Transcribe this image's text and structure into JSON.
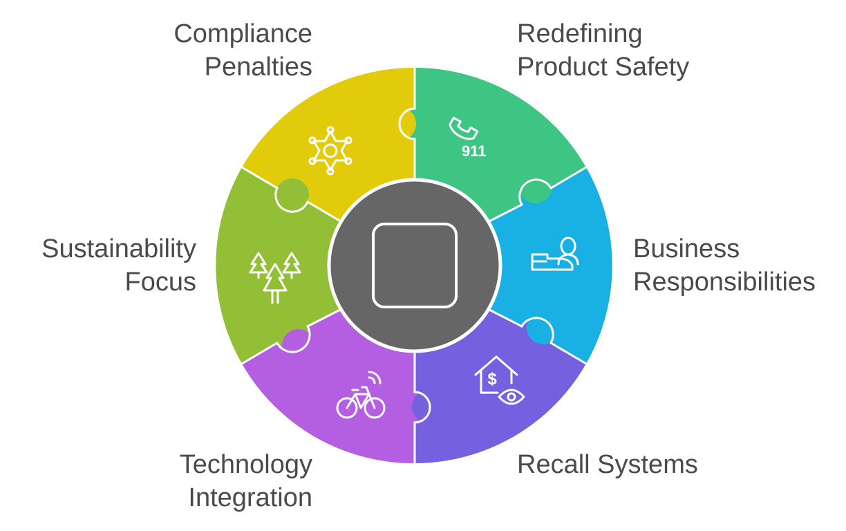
{
  "segments": [
    {
      "id": "compliance",
      "lines": [
        "Compliance",
        "Penalties"
      ],
      "color": "#E2CB0A",
      "icon": "sheriff-star-icon"
    },
    {
      "id": "safety",
      "lines": [
        "Redefining",
        "Product Safety"
      ],
      "color": "#3EC483",
      "icon": "emergency-phone-icon",
      "icon_text": "911"
    },
    {
      "id": "business",
      "lines": [
        "Business",
        "Responsibilities"
      ],
      "color": "#19B0E4",
      "icon": "service-person-icon"
    },
    {
      "id": "recall",
      "lines": [
        "Recall Systems"
      ],
      "color": "#7560E0",
      "icon": "home-finance-watch-icon",
      "icon_text": "$"
    },
    {
      "id": "technology",
      "lines": [
        "Technology",
        "Integration"
      ],
      "color": "#B45FE2",
      "icon": "connected-bicycle-icon"
    },
    {
      "id": "sustainability",
      "lines": [
        "Sustainability",
        "Focus"
      ],
      "color": "#92BF35",
      "icon": "forest-trees-icon"
    }
  ],
  "center": {
    "color": "#666666",
    "icon": "square-icon"
  }
}
